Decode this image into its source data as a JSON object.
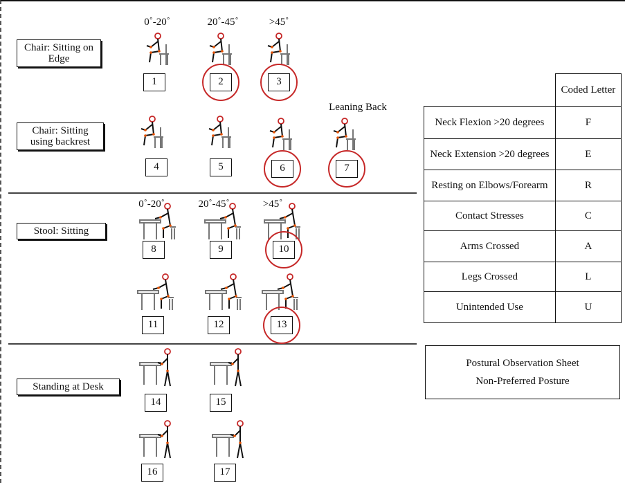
{
  "headers": {
    "top_low": "0˚-20˚",
    "top_mid": "20˚-45˚",
    "top_high": ">45˚",
    "leaning_back": "Leaning Back",
    "stool_low": "0˚-20˚",
    "stool_mid": "20˚-45˚",
    "stool_high": ">45˚"
  },
  "sections": {
    "chair_edge": "Chair: Sitting on Edge",
    "chair_backrest": "Chair: Sitting using backrest",
    "stool": "Stool: Sitting",
    "standing": "Standing at Desk"
  },
  "postures": [
    {
      "number": "1",
      "type": "chair",
      "circled": false
    },
    {
      "number": "2",
      "type": "chair",
      "circled": true
    },
    {
      "number": "3",
      "type": "chair",
      "circled": true
    },
    {
      "number": "4",
      "type": "chair",
      "circled": false
    },
    {
      "number": "5",
      "type": "chair",
      "circled": false
    },
    {
      "number": "6",
      "type": "chair",
      "circled": true
    },
    {
      "number": "7",
      "type": "chair",
      "circled": true
    },
    {
      "number": "8",
      "type": "stool",
      "circled": false
    },
    {
      "number": "9",
      "type": "stool",
      "circled": false
    },
    {
      "number": "10",
      "type": "stool",
      "circled": true
    },
    {
      "number": "11",
      "type": "stool",
      "circled": false
    },
    {
      "number": "12",
      "type": "stool",
      "circled": false
    },
    {
      "number": "13",
      "type": "stool",
      "circled": true
    },
    {
      "number": "14",
      "type": "stand",
      "circled": false
    },
    {
      "number": "15",
      "type": "stand",
      "circled": false
    },
    {
      "number": "16",
      "type": "stand",
      "circled": false
    },
    {
      "number": "17",
      "type": "stand",
      "circled": false
    }
  ],
  "code_table": {
    "header": "Coded Letter",
    "rows": [
      {
        "description": "Neck Flexion >20 degrees",
        "code": "F"
      },
      {
        "description": "Neck Extension >20 degrees",
        "code": "E"
      },
      {
        "description": "Resting on Elbows/Forearm",
        "code": "R"
      },
      {
        "description": "Contact Stresses",
        "code": "C"
      },
      {
        "description": "Arms Crossed",
        "code": "A"
      },
      {
        "description": "Legs Crossed",
        "code": "L"
      },
      {
        "description": "Unintended Use",
        "code": "U"
      }
    ]
  },
  "sheet_title": {
    "line1": "Postural Observation Sheet",
    "line2": "Non-Preferred Posture"
  },
  "colors": {
    "circle": "#c62828",
    "head": "#c62828",
    "joint": "#e65100",
    "line": "#111111"
  }
}
